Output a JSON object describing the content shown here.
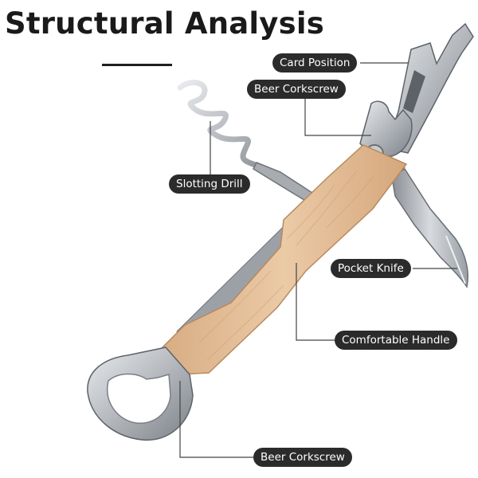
{
  "title": "Structural Analysis",
  "labels": {
    "card_position": "Card Position",
    "beer_corkscrew_top": "Beer Corkscrew",
    "slotting_drill": "Slotting Drill",
    "pocket_knife": "Pocket Knife",
    "comfortable_handle": "Comfortable Handle",
    "beer_corkscrew_bottom": "Beer Corkscrew"
  },
  "colors": {
    "label_bg": "#2b2b2b",
    "label_text": "#ffffff",
    "wood": "#e2bd97",
    "steel": "#b9bdc2",
    "leader": "#444444"
  }
}
